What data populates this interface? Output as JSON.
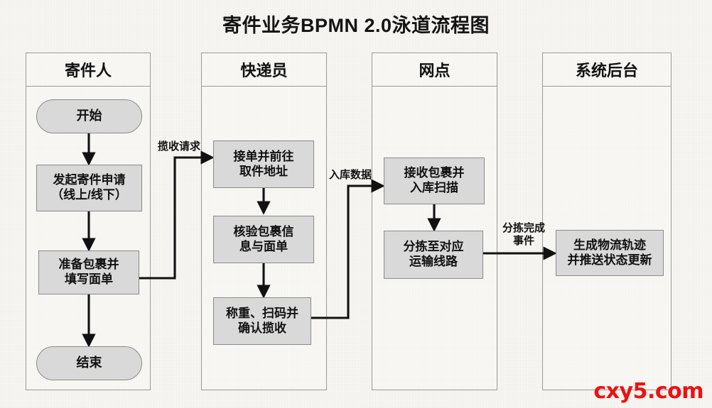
{
  "title": "寄件业务BPMN 2.0泳道流程图",
  "watermark": "cxy5.com",
  "colors": {
    "background": "#f6f5f1",
    "node_fill": "#d9d9d9",
    "node_border": "#8a8a8a",
    "lane_border": "#9b9b9b",
    "text": "#111111",
    "watermark": "#ee1111"
  },
  "lanes": [
    {
      "id": "lane-sender",
      "label": "寄件人",
      "nodes": [
        {
          "id": "start",
          "label": "开始",
          "type": "terminator"
        },
        {
          "id": "apply",
          "label": "发起寄件申请\n（线上/线下）",
          "type": "task"
        },
        {
          "id": "prepare",
          "label": "准备包裹并\n填写面单",
          "type": "task"
        },
        {
          "id": "end",
          "label": "结束",
          "type": "terminator"
        }
      ]
    },
    {
      "id": "lane-courier",
      "label": "快递员",
      "nodes": [
        {
          "id": "accept",
          "label": "接单并前往\n取件地址",
          "type": "task"
        },
        {
          "id": "verify",
          "label": "核验包裹信\n息与面单",
          "type": "task"
        },
        {
          "id": "weigh",
          "label": "称重、扫码并\n确认揽收",
          "type": "task"
        }
      ]
    },
    {
      "id": "lane-branch",
      "label": "网点",
      "nodes": [
        {
          "id": "receive",
          "label": "接收包裹并\n入库扫描",
          "type": "task"
        },
        {
          "id": "sort",
          "label": "分拣至对应\n运输线路",
          "type": "task"
        }
      ]
    },
    {
      "id": "lane-system",
      "label": "系统后台",
      "nodes": [
        {
          "id": "track",
          "label": "生成物流轨迹\n并推送状态更新",
          "type": "task"
        }
      ]
    }
  ],
  "edge_labels": [
    {
      "id": "pickup-request",
      "label": "揽收请求"
    },
    {
      "id": "inbound-data",
      "label": "入库数据"
    },
    {
      "id": "sort-complete-event",
      "label": "分拣完成\n事件"
    }
  ],
  "flows": [
    {
      "from": "start",
      "to": "apply"
    },
    {
      "from": "apply",
      "to": "prepare"
    },
    {
      "from": "prepare",
      "to": "end"
    },
    {
      "from": "prepare",
      "to": "accept",
      "label": "揽收请求"
    },
    {
      "from": "accept",
      "to": "verify"
    },
    {
      "from": "verify",
      "to": "weigh"
    },
    {
      "from": "weigh",
      "to": "receive",
      "label": "入库数据"
    },
    {
      "from": "receive",
      "to": "sort"
    },
    {
      "from": "sort",
      "to": "track",
      "label": "分拣完成\n事件"
    }
  ]
}
